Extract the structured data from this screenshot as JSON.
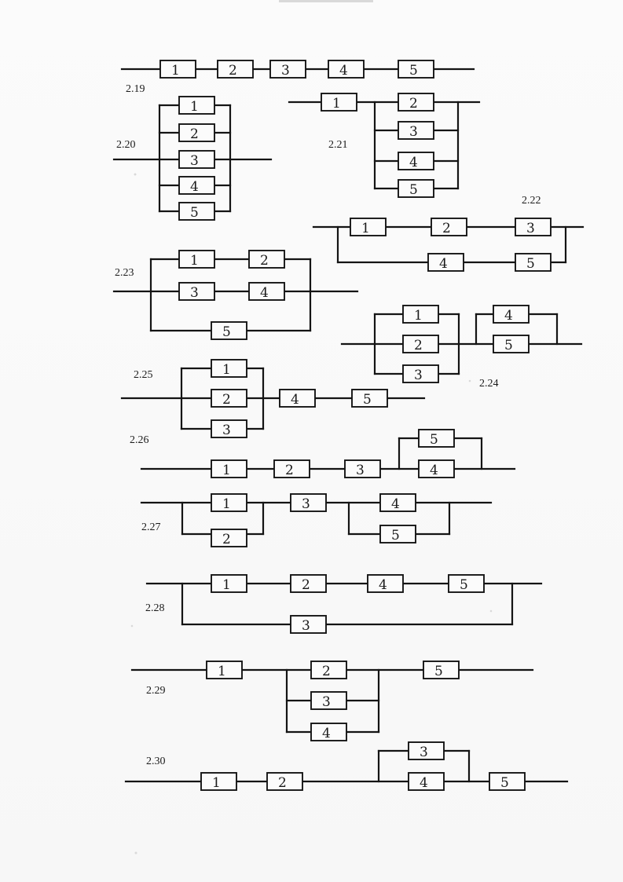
{
  "diagrams": [
    {
      "number": "2.19",
      "labels": [
        "1",
        "2",
        "3",
        "4",
        "5"
      ]
    },
    {
      "number": "2.20",
      "labels": [
        "1",
        "2",
        "3",
        "4",
        "5"
      ]
    },
    {
      "number": "2.21",
      "labels": [
        "1",
        "2",
        "3",
        "4",
        "5"
      ]
    },
    {
      "number": "2.22",
      "labels": [
        "1",
        "2",
        "3",
        "4",
        "5"
      ]
    },
    {
      "number": "2.23",
      "labels": [
        "1",
        "2",
        "3",
        "4",
        "5"
      ]
    },
    {
      "number": "2.24",
      "labels": [
        "1",
        "2",
        "3",
        "4",
        "5"
      ]
    },
    {
      "number": "2.25",
      "labels": [
        "1",
        "2",
        "3",
        "4",
        "5"
      ]
    },
    {
      "number": "2.26",
      "labels": [
        "1",
        "2",
        "3",
        "4",
        "5"
      ]
    },
    {
      "number": "2.27",
      "labels": [
        "1",
        "2",
        "3",
        "4",
        "5"
      ]
    },
    {
      "number": "2.28",
      "labels": [
        "1",
        "2",
        "3",
        "4",
        "5"
      ]
    },
    {
      "number": "2.29",
      "labels": [
        "1",
        "2",
        "3",
        "4",
        "5"
      ]
    },
    {
      "number": "2.30",
      "labels": [
        "1",
        "2",
        "3",
        "4",
        "5"
      ]
    }
  ]
}
